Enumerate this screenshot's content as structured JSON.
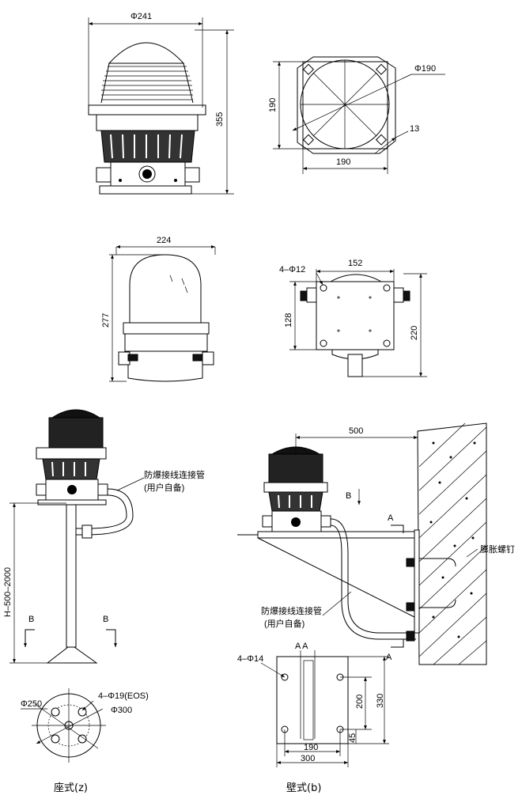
{
  "view1": {
    "dia": "Φ241",
    "height": "355"
  },
  "view2": {
    "dia": "Φ190",
    "side": "190",
    "bottom": "190",
    "gap": "13"
  },
  "view3": {
    "width": "224",
    "height": "277"
  },
  "view4": {
    "holes": "4–Φ12",
    "spacing": "152",
    "side": "128",
    "height": "220"
  },
  "pole": {
    "height_label": "H–500–2000",
    "conduit_label_1": "防爆接线连接管",
    "conduit_label_2": "(用户自备)",
    "section_b": "B"
  },
  "wall": {
    "reach": "500",
    "section_b": "B",
    "section_a": "A",
    "anchor_label": "膨胀螺钉",
    "conduit_label_1": "防爆接线连接管",
    "conduit_label_2": "(用户自备)"
  },
  "base_plan": {
    "holes": "4–Φ19(EOS)",
    "outer": "Φ250",
    "pcd": "Φ300"
  },
  "wall_plan": {
    "holes": "4–Φ14",
    "aa": "A    A",
    "inner_w": "190",
    "outer_w": "300",
    "inner_h": "200",
    "outer_h": "330",
    "edge": "45"
  },
  "captions": {
    "seat": "座式(z)",
    "wall": "壁式(b)"
  }
}
